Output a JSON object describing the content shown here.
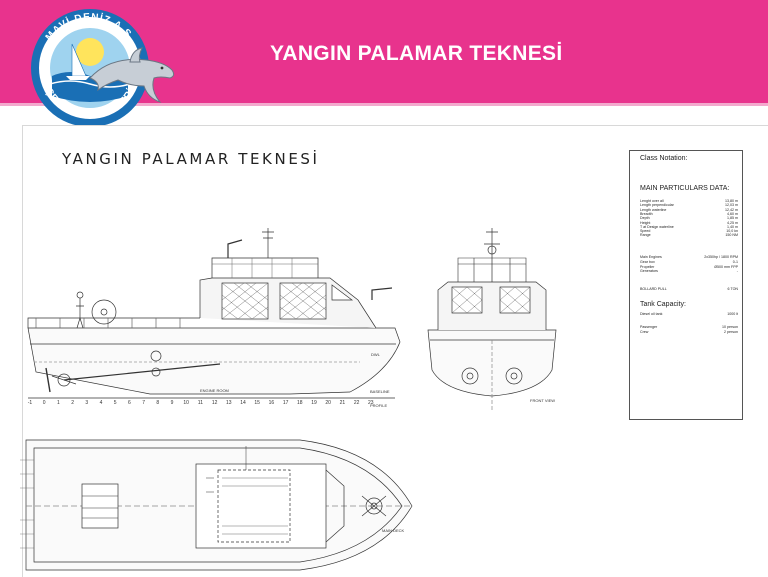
{
  "header": {
    "title": "YANGIN PALAMAR TEKNESİ",
    "logo": {
      "top_text": "MAVİ DENİZ A.Ş.",
      "bottom_text": "ÇEVRE HİZMETLERİ",
      "icon": "dolphin-icon"
    }
  },
  "drawing": {
    "title": "YANGIN PALAMAR TEKNESİ",
    "profile_label": "PROFILE",
    "front_label": "FRONT VIEW",
    "main_deck_label": "MAIN DECK",
    "engine_room_label": "ENGINE ROOM",
    "baseline_label": "BASELINE",
    "dwl_label": "DWL",
    "frame_numbers": [
      "-1",
      "0",
      "1",
      "2",
      "3",
      "4",
      "5",
      "6",
      "7",
      "8",
      "9",
      "10",
      "11",
      "12",
      "13",
      "14",
      "15",
      "16",
      "17",
      "18",
      "19",
      "20",
      "21",
      "22",
      "23"
    ]
  },
  "specs": {
    "class_notation_label": "Class Notation:",
    "main_particulars_label": "MAIN PARTICULARS DATA:",
    "rows": [
      {
        "k": "Lenght over all",
        "v": "13,80 m"
      },
      {
        "k": "Length perpendicular",
        "v": "12,03 m"
      },
      {
        "k": "Length waterline",
        "v": "12,42 m"
      },
      {
        "k": "Breadth",
        "v": "4,60 m"
      },
      {
        "k": "Depth",
        "v": "1,85 m"
      },
      {
        "k": "Height",
        "v": "4,25 m"
      },
      {
        "k": "T at Design waterline",
        "v": "1,40 m"
      },
      {
        "k": "Speed",
        "v": "10,0 kn"
      },
      {
        "k": "Range",
        "v": "150 NM"
      }
    ],
    "engine_rows": [
      {
        "k": "Main Engines",
        "v": "2x350hp / 1800 RPM"
      },
      {
        "k": "Gear box",
        "v": "0-1"
      },
      {
        "k": "Propeller",
        "v": "Ø500 mm FPP"
      },
      {
        "k": "Generators",
        "v": "-"
      }
    ],
    "bollard": {
      "k": "BOLLARD PULL",
      "v": "6 TON"
    },
    "tank_label": "Tank Capacity:",
    "tank_rows": [
      {
        "k": "Diesel oil tank",
        "v": "1000 lt"
      }
    ],
    "crew_rows": [
      {
        "k": "Passenger",
        "v": "10 person"
      },
      {
        "k": "Crew",
        "v": "2 person"
      }
    ]
  },
  "colors": {
    "header": "#e8338d",
    "logo_blue": "#1a6fb5"
  }
}
